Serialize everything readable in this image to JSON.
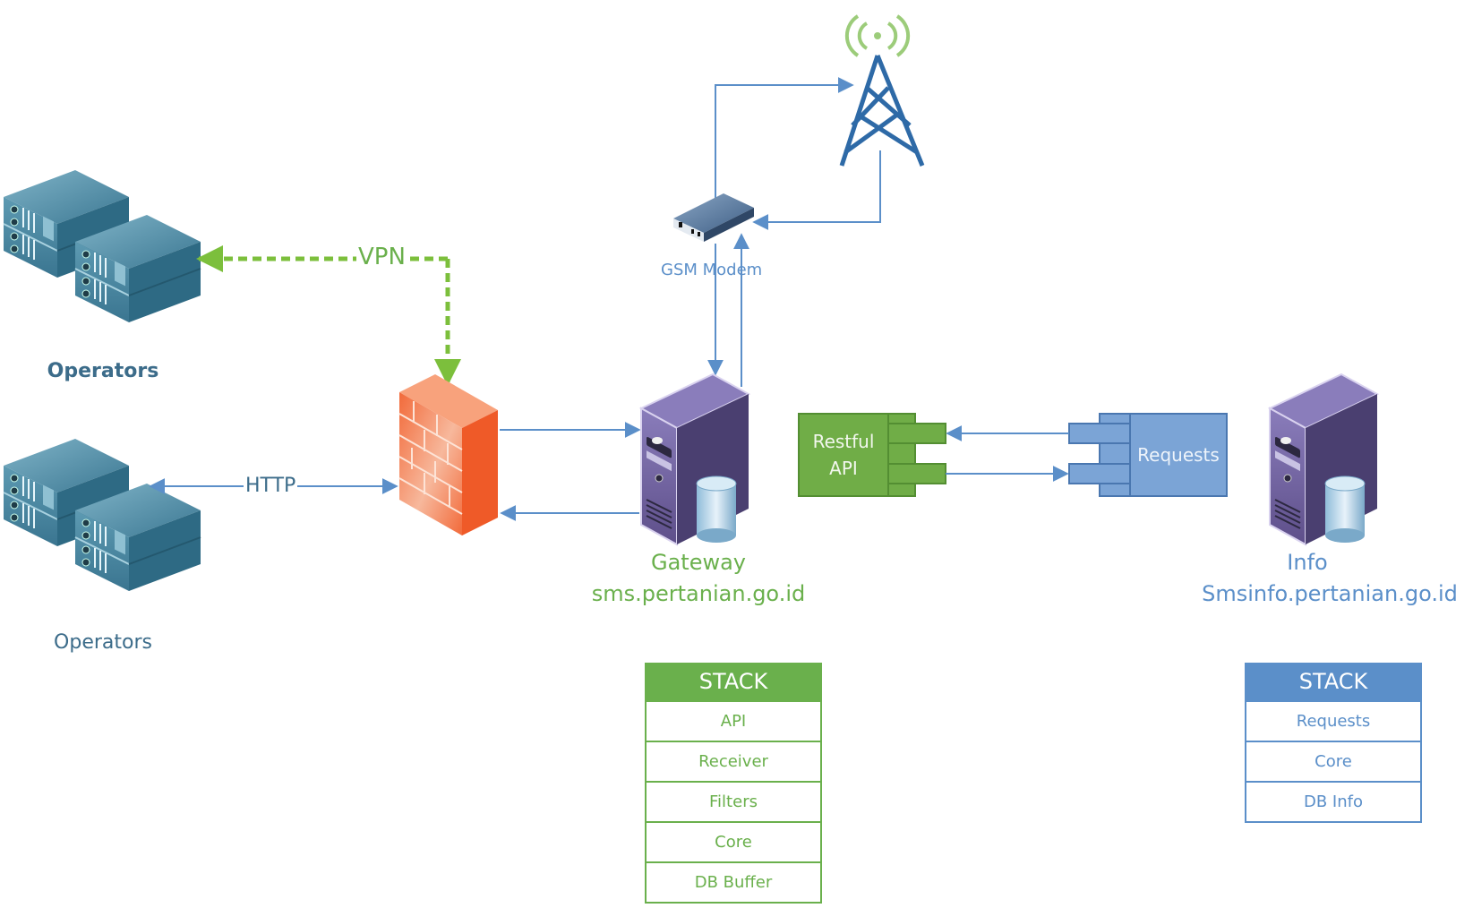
{
  "diagram": {
    "colors": {
      "connector_blue": "#5b8fc9",
      "vpn_green": "#6ab04c",
      "api_green": "#6ab04c",
      "requests_blue": "#7ba4d6",
      "server_purple": "#5e4f8a",
      "firewall_orange": "#f26a3a",
      "rack_teal": "#3f7f98"
    },
    "nodes": {
      "operators_vpn": {
        "label": "Operators",
        "icon": "server-rack-icon"
      },
      "operators_http": {
        "label": "Operators",
        "icon": "server-rack-icon"
      },
      "firewall": {
        "icon": "firewall-icon"
      },
      "gsm_modem": {
        "label": "GSM Modem",
        "icon": "modem-icon"
      },
      "cell_tower": {
        "icon": "cell-tower-icon"
      },
      "gateway": {
        "title": "Gateway",
        "host": "sms.pertanian.go.id",
        "icon": "server-database-icon"
      },
      "restful_api": {
        "line1": "Restful",
        "line2": "API",
        "icon": "component-icon"
      },
      "requests": {
        "label": "Requests",
        "icon": "component-icon"
      },
      "info": {
        "title": "Info",
        "host": "Smsinfo.pertanian.go.id",
        "icon": "server-database-icon"
      }
    },
    "edges": {
      "vpn": {
        "label": "VPN",
        "from": "firewall",
        "to": "operators_vpn",
        "style": "dashed"
      },
      "http": {
        "label": "HTTP",
        "from": "operators_http",
        "to": "firewall",
        "style": "bidirectional"
      }
    },
    "stacks": {
      "gateway": {
        "title": "STACK",
        "items": [
          "API",
          "Receiver",
          "Filters",
          "Core",
          "DB Buffer"
        ]
      },
      "info": {
        "title": "STACK",
        "items": [
          "Requests",
          "Core",
          "DB Info"
        ]
      }
    }
  }
}
